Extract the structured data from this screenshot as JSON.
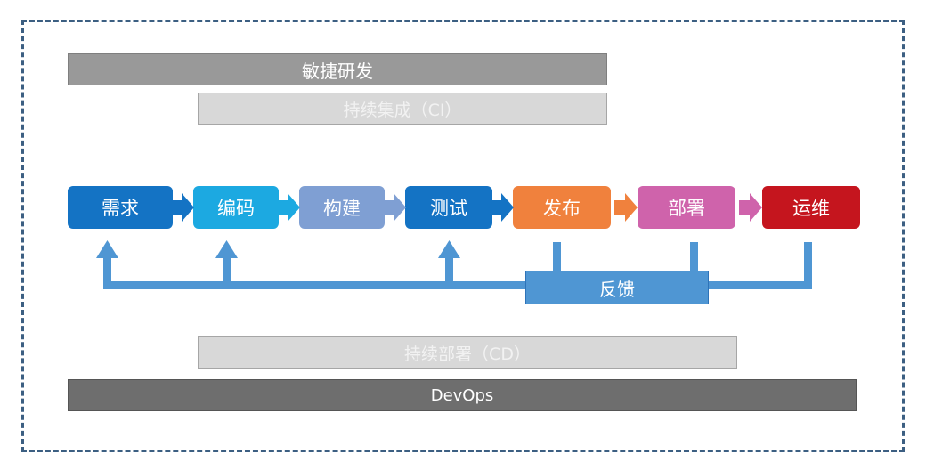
{
  "bars": {
    "agile": "敏捷研发",
    "ci": "持续集成（CI）",
    "cd": "持续部署（CD）",
    "devops": "DevOps"
  },
  "stages": [
    {
      "label": "需求",
      "color": "#1473c4"
    },
    {
      "label": "编码",
      "color": "#1ca9e1"
    },
    {
      "label": "构建",
      "color": "#7f9fd3"
    },
    {
      "label": "测试",
      "color": "#1473c4"
    },
    {
      "label": "发布",
      "color": "#f0813d"
    },
    {
      "label": "部署",
      "color": "#cf63ab"
    },
    {
      "label": "运维",
      "color": "#c5151e"
    }
  ],
  "feedback": {
    "label": "反馈",
    "color": "#4f96d3"
  }
}
